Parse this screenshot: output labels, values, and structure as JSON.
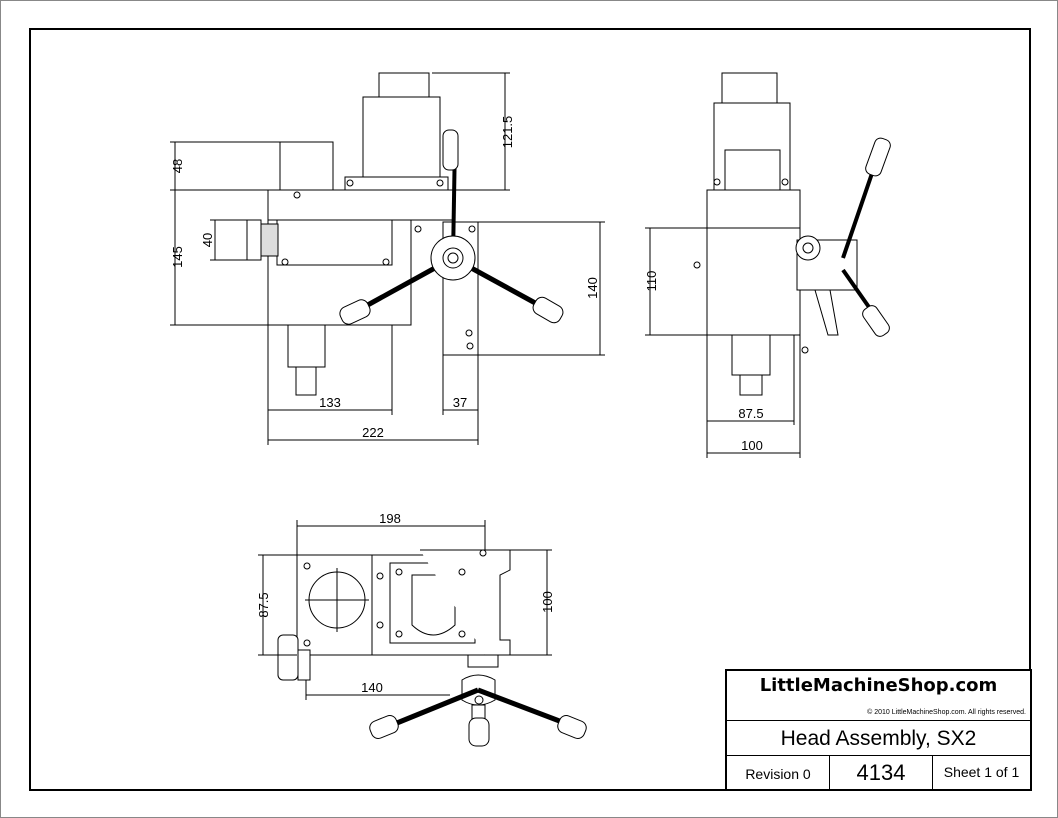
{
  "title_block": {
    "brand": "LittleMachineShop.com",
    "copyright": "© 2010 LittleMachineShop.com. All rights reserved.",
    "title": "Head Assembly, SX2",
    "revision": "Revision 0",
    "drawing_number": "4134",
    "sheet": "Sheet 1 of 1"
  },
  "front_view": {
    "dims": {
      "d121_5": "121.5",
      "d48": "48",
      "d145": "145",
      "d40": "40",
      "d140": "140",
      "d133": "133",
      "d37": "37",
      "d222": "222"
    }
  },
  "side_view": {
    "dims": {
      "d110": "110",
      "d87_5": "87.5",
      "d100": "100"
    }
  },
  "top_view": {
    "dims": {
      "d198": "198",
      "d87_5": "87.5",
      "d100": "100",
      "d140": "140"
    }
  }
}
